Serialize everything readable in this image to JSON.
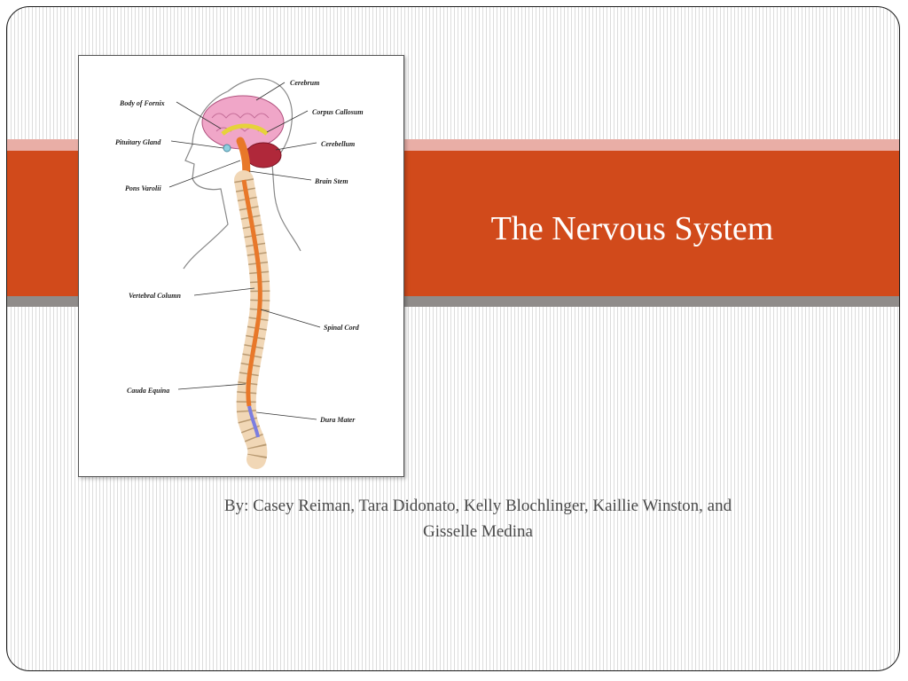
{
  "slide": {
    "title": "The Nervous System",
    "subtitle_line1": "By: Casey Reiman, Tara Didonato, Kelly Blochlinger, Kaillie Winston, and",
    "subtitle_line2": "Gisselle Medina"
  },
  "diagram": {
    "labels": {
      "cerebrum": "Cerebrum",
      "body_of_fornix": "Body of Fornix",
      "corpus_callosum": "Corpus Callosum",
      "pituitary_gland": "Pituitary Gland",
      "cerebellum": "Cerebellum",
      "pons_varolii": "Pons Varolii",
      "brain_stem": "Brain Stem",
      "vertebral_column": "Vertebral Column",
      "spinal_cord": "Spinal Cord",
      "cauda_equina": "Cauda Equina",
      "dura_mater": "Dura Mater"
    }
  },
  "colors": {
    "accent_orange": "#d14a1b",
    "band_pink": "#e9aea6",
    "band_gray": "#908c8a",
    "brain_pink": "#f0a6c8",
    "cerebellum_red": "#b0283a",
    "spine_orange": "#e8782a",
    "vertebra_tan": "#f1d7b6"
  }
}
